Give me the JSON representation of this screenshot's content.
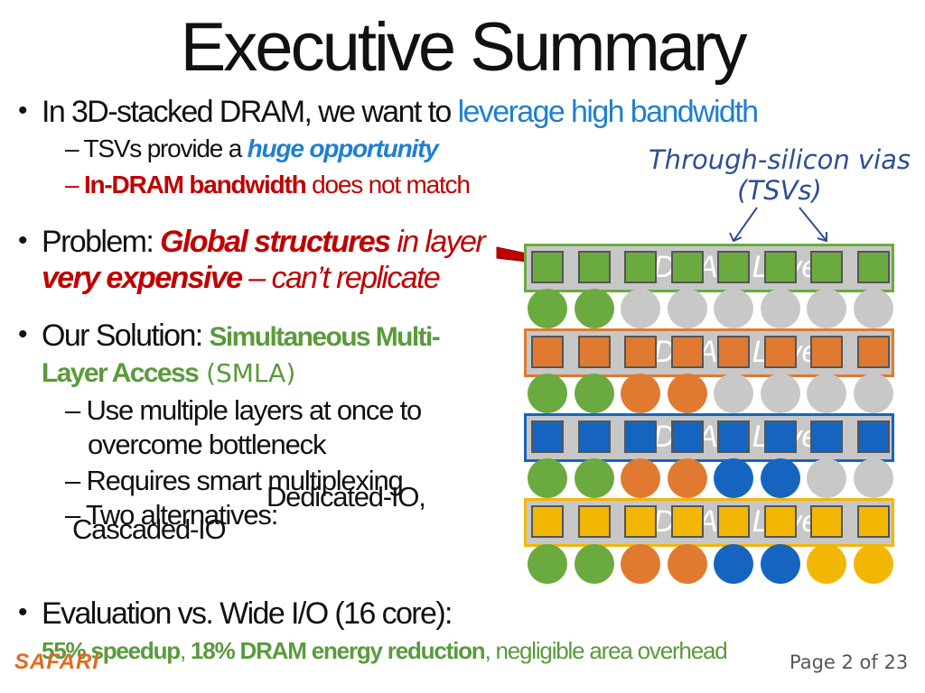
{
  "title": "Executive Summary",
  "bullets": {
    "b1": {
      "text": "In 3D-stacked DRAM, we want to ",
      "highlight": "leverage high bandwidth"
    },
    "b1_sub1": {
      "text": "TSVs provide a ",
      "highlight": "huge opportunity"
    },
    "b1_sub2": {
      "highlight": "In-DRAM bandwidth",
      "text": " does not match"
    },
    "b2": {
      "label": "Problem: ",
      "highlight": "Global structures",
      "italic": " in layer",
      "line2_bold": "very expensive",
      "line2_rest": " – can’t replicate"
    },
    "b3": {
      "label": "Our Solution: ",
      "highlight1": "Simultaneous Multi-",
      "highlight2": "Layer Access",
      "abbr": " (SMLA)"
    },
    "b3_sub1": {
      "line1": "Use multiple layers at once to",
      "line2": "overcome bottleneck"
    },
    "b3_sub2": {
      "text": "Requires smart multiplexing"
    },
    "b3_sub3": {
      "text": "Two alternatives:",
      "overlay1": "Dedicated-IO,",
      "overlay2": "Cascaded-IO"
    },
    "b4": {
      "text": "Evaluation vs. Wide I/O (16 core):"
    },
    "b4_sub": {
      "g1": "55% speedup",
      "sep1": ", ",
      "g2": "18% DRAM energy reduction",
      "rest": ", negligible area overhead"
    }
  },
  "diagram": {
    "tsv_label_line1": "Through-silicon vias",
    "tsv_label_line2": "(TSVs)",
    "layer_text": "DRAM Layer",
    "layer_colors": [
      "#6aaa3f",
      "#e07a30",
      "#1565c0",
      "#f2b705"
    ],
    "dot_rows": [
      [
        "#6aaa3f",
        "#6aaa3f",
        "#c8c8c8",
        "#c8c8c8",
        "#c8c8c8",
        "#c8c8c8",
        "#c8c8c8",
        "#c8c8c8"
      ],
      [
        "#6aaa3f",
        "#6aaa3f",
        "#e07a30",
        "#e07a30",
        "#c8c8c8",
        "#c8c8c8",
        "#c8c8c8",
        "#c8c8c8"
      ],
      [
        "#6aaa3f",
        "#6aaa3f",
        "#e07a30",
        "#e07a30",
        "#1565c0",
        "#1565c0",
        "#c8c8c8",
        "#c8c8c8"
      ],
      [
        "#6aaa3f",
        "#6aaa3f",
        "#e07a30",
        "#e07a30",
        "#1565c0",
        "#1565c0",
        "#f2b705",
        "#f2b705"
      ]
    ]
  },
  "footer": {
    "logo": "SAFARI",
    "page": "Page 2 of 23"
  }
}
